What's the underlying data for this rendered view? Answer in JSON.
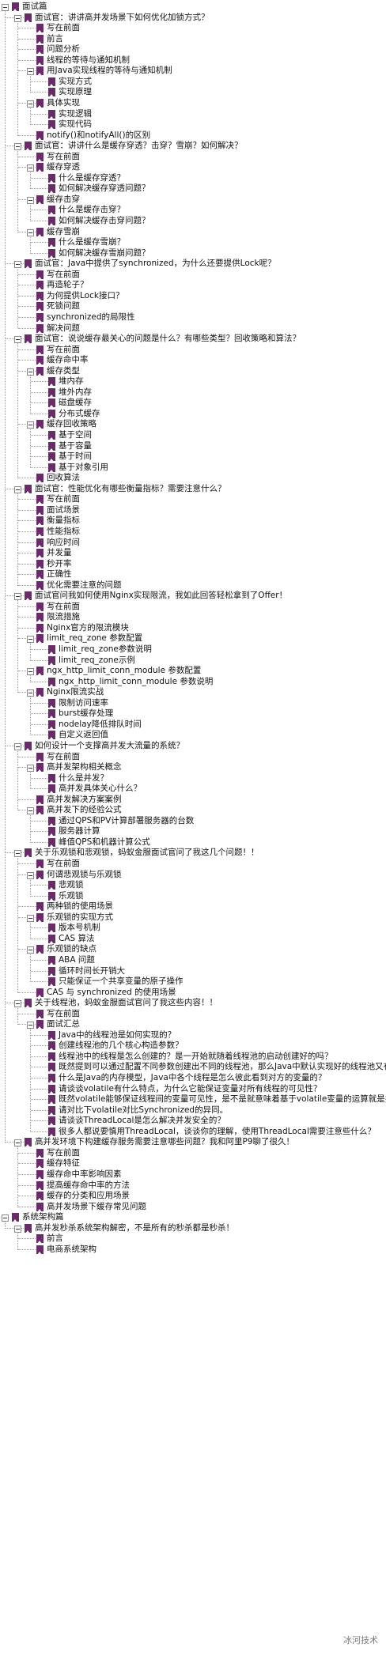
{
  "tree": [
    {
      "d": 0,
      "t": "面试篇",
      "c": 1
    },
    {
      "d": 1,
      "t": "面试官：讲讲高并发场景下如何优化加锁方式？",
      "c": 1
    },
    {
      "d": 2,
      "t": "写在前面"
    },
    {
      "d": 2,
      "t": "前言"
    },
    {
      "d": 2,
      "t": "问题分析"
    },
    {
      "d": 2,
      "t": "线程的等待与通知机制"
    },
    {
      "d": 2,
      "t": "用Java实现线程的等待与通知机制",
      "c": 1
    },
    {
      "d": 3,
      "t": "实现方式"
    },
    {
      "d": 3,
      "t": "实现原理"
    },
    {
      "d": 2,
      "t": "具体实现",
      "c": 1
    },
    {
      "d": 3,
      "t": "实现逻辑"
    },
    {
      "d": 3,
      "t": "实现代码"
    },
    {
      "d": 2,
      "t": "notify()和notifyAll()的区别"
    },
    {
      "d": 1,
      "t": "面试官：讲讲什么是缓存穿透？击穿？雪崩？如何解决？",
      "c": 1
    },
    {
      "d": 2,
      "t": "写在前面"
    },
    {
      "d": 2,
      "t": "缓存穿透",
      "c": 1
    },
    {
      "d": 3,
      "t": "什么是缓存穿透？"
    },
    {
      "d": 3,
      "t": "如何解决缓存穿透问题？"
    },
    {
      "d": 2,
      "t": "缓存击穿",
      "c": 1
    },
    {
      "d": 3,
      "t": "什么是缓存击穿？"
    },
    {
      "d": 3,
      "t": "如何解决缓存击穿问题？"
    },
    {
      "d": 2,
      "t": "缓存雪崩",
      "c": 1
    },
    {
      "d": 3,
      "t": "什么是缓存雪崩？"
    },
    {
      "d": 3,
      "t": "如何解决缓存雪崩问题？"
    },
    {
      "d": 1,
      "t": "面试官：Java中提供了synchronized，为什么还要提供Lock呢？",
      "c": 1
    },
    {
      "d": 2,
      "t": "写在前面"
    },
    {
      "d": 2,
      "t": "再造轮子？"
    },
    {
      "d": 2,
      "t": "为何提供Lock接口？"
    },
    {
      "d": 2,
      "t": "死锁问题"
    },
    {
      "d": 2,
      "t": "synchronized的局限性"
    },
    {
      "d": 2,
      "t": "解决问题"
    },
    {
      "d": 1,
      "t": "面试官：说说缓存最关心的问题是什么？有哪些类型？回收策略和算法？",
      "c": 1
    },
    {
      "d": 2,
      "t": "写在前面"
    },
    {
      "d": 2,
      "t": "缓存命中率"
    },
    {
      "d": 2,
      "t": "缓存类型",
      "c": 1
    },
    {
      "d": 3,
      "t": "堆内存"
    },
    {
      "d": 3,
      "t": "堆外内存"
    },
    {
      "d": 3,
      "t": "磁盘缓存"
    },
    {
      "d": 3,
      "t": "分布式缓存"
    },
    {
      "d": 2,
      "t": "缓存回收策略",
      "c": 1
    },
    {
      "d": 3,
      "t": "基于空间"
    },
    {
      "d": 3,
      "t": "基于容量"
    },
    {
      "d": 3,
      "t": "基于时间"
    },
    {
      "d": 3,
      "t": "基于对象引用"
    },
    {
      "d": 2,
      "t": "回收算法"
    },
    {
      "d": 1,
      "t": "面试官：性能优化有哪些衡量指标？需要注意什么？",
      "c": 1
    },
    {
      "d": 2,
      "t": "写在前面"
    },
    {
      "d": 2,
      "t": "面试场景"
    },
    {
      "d": 2,
      "t": "衡量指标"
    },
    {
      "d": 2,
      "t": "性能指标"
    },
    {
      "d": 2,
      "t": "响应时间"
    },
    {
      "d": 2,
      "t": "并发量"
    },
    {
      "d": 2,
      "t": "秒开率"
    },
    {
      "d": 2,
      "t": "正确性"
    },
    {
      "d": 2,
      "t": "优化需要注意的问题"
    },
    {
      "d": 1,
      "t": "面试官问我如何使用Nginx实现限流，我如此回答轻松拿到了Offer！",
      "c": 1
    },
    {
      "d": 2,
      "t": "写在前面"
    },
    {
      "d": 2,
      "t": "限流措施"
    },
    {
      "d": 2,
      "t": "Nginx官方的限流模块"
    },
    {
      "d": 2,
      "t": "limit_req_zone 参数配置",
      "c": 1
    },
    {
      "d": 3,
      "t": "limit_req_zone参数说明"
    },
    {
      "d": 3,
      "t": "limit_req_zone示例"
    },
    {
      "d": 2,
      "t": "ngx_http_limit_conn_module 参数配置",
      "c": 1
    },
    {
      "d": 3,
      "t": "ngx_http_limit_conn_module 参数说明"
    },
    {
      "d": 2,
      "t": "Nginx限流实战",
      "c": 1
    },
    {
      "d": 3,
      "t": "限制访问速率"
    },
    {
      "d": 3,
      "t": "burst缓存处理"
    },
    {
      "d": 3,
      "t": "nodelay降低排队时间"
    },
    {
      "d": 3,
      "t": "自定义返回值"
    },
    {
      "d": 1,
      "t": "如何设计一个支撑高并发大流量的系统？",
      "c": 1
    },
    {
      "d": 2,
      "t": "写在前面"
    },
    {
      "d": 2,
      "t": "高并发架构相关概念",
      "c": 1
    },
    {
      "d": 3,
      "t": "什么是并发？"
    },
    {
      "d": 3,
      "t": "高并发具体关心什么？"
    },
    {
      "d": 2,
      "t": "高并发解决方案案例"
    },
    {
      "d": 2,
      "t": "高并发下的经验公式",
      "c": 1
    },
    {
      "d": 3,
      "t": "通过QPS和PV计算部署服务器的台数"
    },
    {
      "d": 3,
      "t": "服务器计算"
    },
    {
      "d": 3,
      "t": "峰值QPS和机器计算公式"
    },
    {
      "d": 1,
      "t": "关于乐观锁和悲观锁，蚂蚁金服面试官问了我这几个问题！！",
      "c": 1
    },
    {
      "d": 2,
      "t": "写在前面"
    },
    {
      "d": 2,
      "t": "何谓悲观锁与乐观锁",
      "c": 1
    },
    {
      "d": 3,
      "t": "悲观锁"
    },
    {
      "d": 3,
      "t": "乐观锁"
    },
    {
      "d": 2,
      "t": "两种锁的使用场景"
    },
    {
      "d": 2,
      "t": "乐观锁的实现方式",
      "c": 1
    },
    {
      "d": 3,
      "t": "版本号机制"
    },
    {
      "d": 3,
      "t": "CAS 算法"
    },
    {
      "d": 2,
      "t": "乐观锁的缺点",
      "c": 1
    },
    {
      "d": 3,
      "t": "ABA 问题"
    },
    {
      "d": 3,
      "t": "循环时间长开销大"
    },
    {
      "d": 3,
      "t": "只能保证一个共享变量的原子操作"
    },
    {
      "d": 2,
      "t": "CAS 与 synchronized 的使用场景"
    },
    {
      "d": 1,
      "t": "关于线程池，蚂蚁金服面试官问了我这些内容！！",
      "c": 1
    },
    {
      "d": 2,
      "t": "写在前面"
    },
    {
      "d": 2,
      "t": "面试汇总",
      "c": 1
    },
    {
      "d": 3,
      "t": "Java中的线程池是如何实现的？"
    },
    {
      "d": 3,
      "t": "创建线程池的几个核心构造参数？"
    },
    {
      "d": 3,
      "t": "线程池中的线程是怎么创建的？是一开始就随着线程池的启动创建好的吗？"
    },
    {
      "d": 3,
      "t": "既然提到可以通过配置不同参数创建出不同的线程池，那么Java中默认实现好的线程池又有哪些呢？"
    },
    {
      "d": 3,
      "t": "什么是Java的内存模型，Java中各个线程是怎么彼此看到对方的变量的？"
    },
    {
      "d": 3,
      "t": "请谈谈volatile有什么特点，为什么它能保证变量对所有线程的可见性？"
    },
    {
      "d": 3,
      "t": "既然volatile能够保证线程间的变量可见性，是不是就意味着基于volatile变量的运算就是并发安全的？"
    },
    {
      "d": 3,
      "t": "请对比下volatile对比Synchronized的异同。"
    },
    {
      "d": 3,
      "t": "请谈谈ThreadLocal是怎么解决并发安全的？"
    },
    {
      "d": 3,
      "t": "很多人都说要慎用ThreadLocal，谈谈你的理解，使用ThreadLocal需要注意些什么？"
    },
    {
      "d": 1,
      "t": "高并发环境下构建缓存服务需要注意哪些问题？我和阿里P9聊了很久！",
      "c": 1
    },
    {
      "d": 2,
      "t": "写在前面"
    },
    {
      "d": 2,
      "t": "缓存特征"
    },
    {
      "d": 2,
      "t": "缓存命中率影响因素"
    },
    {
      "d": 2,
      "t": "提高缓存命中率的方法"
    },
    {
      "d": 2,
      "t": "缓存的分类和应用场景"
    },
    {
      "d": 2,
      "t": "高并发场景下缓存常见问题"
    },
    {
      "d": 0,
      "t": "系统架构篇",
      "c": 1
    },
    {
      "d": 1,
      "t": "高并发秒杀系统架构解密，不是所有的秒杀都是秒杀！",
      "c": 1
    },
    {
      "d": 2,
      "t": "前言"
    },
    {
      "d": 2,
      "t": "电商系统架构"
    }
  ],
  "watermark": "冰河技术"
}
